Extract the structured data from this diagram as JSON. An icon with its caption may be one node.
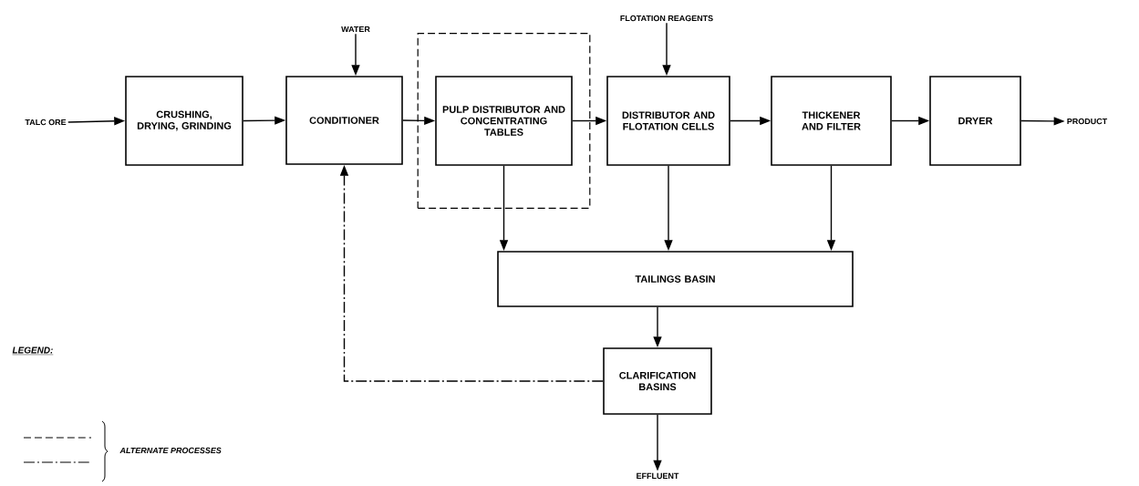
{
  "diagram": {
    "nodes": [
      {
        "text": [
          "TALC ORE"
        ]
      },
      {
        "text": [
          "CRUSHING, DRYING, GRINDING"
        ]
      },
      {
        "text": [
          "WATER"
        ]
      },
      {
        "text": [
          "CONDITIONER"
        ]
      },
      {
        "text": [],
        "shape": "box"
      },
      {
        "text": [
          "PULP DISTRIBUTOR AND CONCENTRATING TABLES"
        ],
        "in": 4
      },
      {
        "text": [
          "FLOTATION REAGENTS"
        ]
      },
      {
        "text": [
          "DISTRIBUTOR AND FLOTATION CELLS"
        ]
      },
      {
        "text": [
          "THICKENER AND FILTER"
        ]
      },
      {
        "text": [
          "DRYER"
        ]
      },
      {
        "text": [
          "PRODUCT"
        ]
      },
      {
        "text": [
          "TAILINGS BASIN"
        ]
      },
      {
        "text": [
          "CLARIFICATION BASINS"
        ]
      },
      {
        "text": [
          "EFFLUENT"
        ]
      }
    ],
    "edges": [
      {
        "from": 0,
        "to": 1,
        "arrow": "to"
      },
      {
        "from": 1,
        "to": 3,
        "arrow": "to"
      },
      {
        "from": 2,
        "to": 3,
        "arrow": "to"
      },
      {
        "from": 3,
        "to": 5,
        "arrow": "to"
      },
      {
        "from": 5,
        "to": 7,
        "arrow": "to"
      },
      {
        "from": 6,
        "to": 7,
        "arrow": "to"
      },
      {
        "from": 7,
        "to": 8,
        "arrow": "to"
      },
      {
        "from": 8,
        "to": 9,
        "arrow": "to"
      },
      {
        "from": 9,
        "to": 10,
        "arrow": "to"
      },
      {
        "from": 5,
        "to": 11,
        "arrow": "to"
      },
      {
        "from": 7,
        "to": 11,
        "arrow": "to"
      },
      {
        "from": 8,
        "to": 11,
        "arrow": "to"
      },
      {
        "from": 11,
        "to": 12,
        "arrow": "to"
      },
      {
        "from": 12,
        "to": 13,
        "arrow": "to"
      },
      {
        "from": 12,
        "to": 3,
        "arrow": "to",
        "style": "dashed"
      }
    ],
    "labels": [
      "LEGEND:"
    ],
    "legend": [
      {
        "text": "ALTERNATE PROCESSES"
      }
    ]
  }
}
